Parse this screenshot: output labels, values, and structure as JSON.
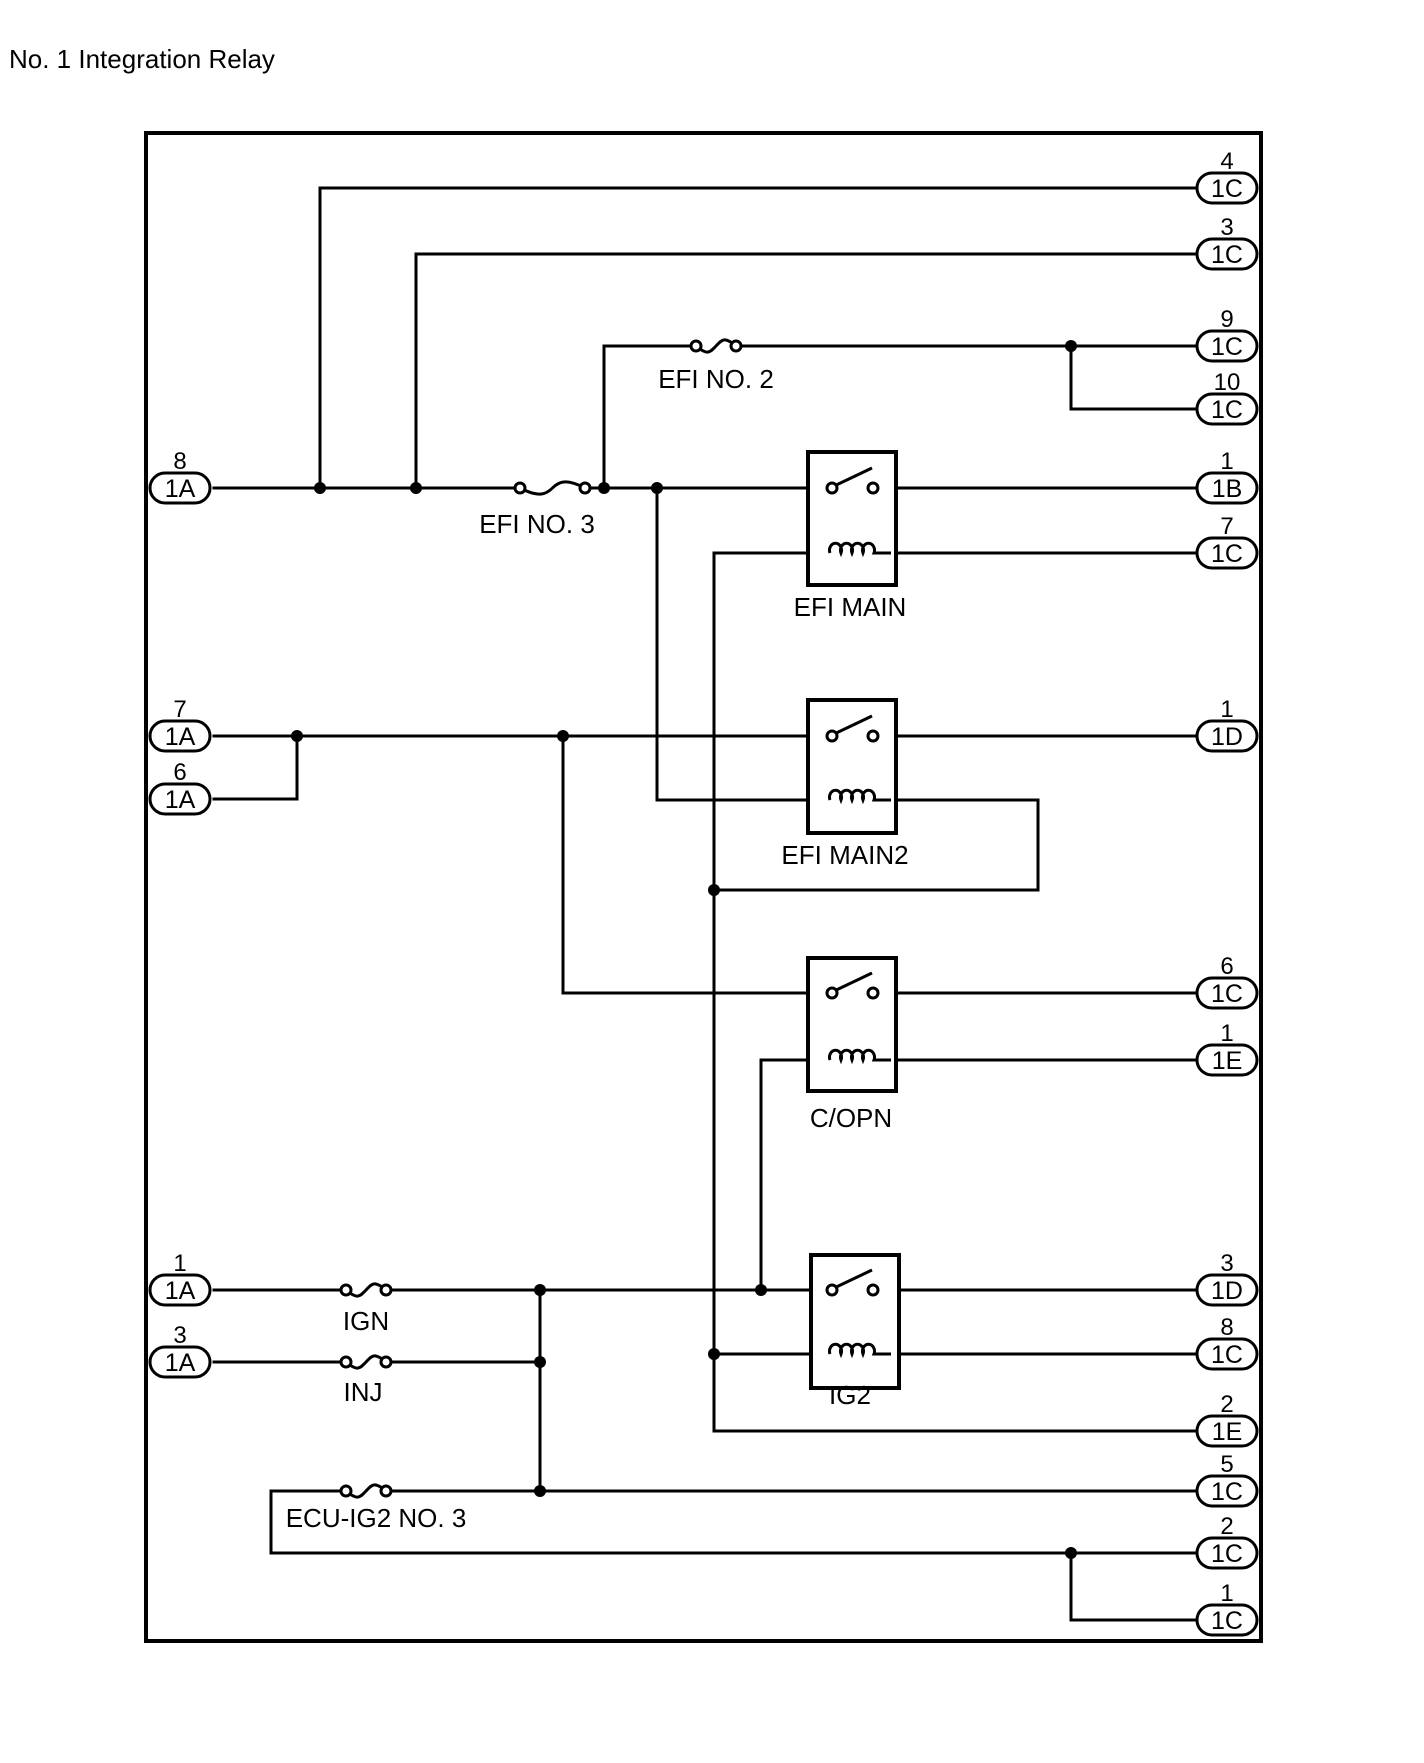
{
  "title": "No. 1 Integration Relay",
  "left_connectors": [
    {
      "id": "c8_1A",
      "pin": "8",
      "code": "1A"
    },
    {
      "id": "c7_1A",
      "pin": "7",
      "code": "1A"
    },
    {
      "id": "c6_1A",
      "pin": "6",
      "code": "1A"
    },
    {
      "id": "c1_1A",
      "pin": "1",
      "code": "1A"
    },
    {
      "id": "c3_1A",
      "pin": "3",
      "code": "1A"
    }
  ],
  "right_connectors": [
    {
      "id": "c4_1C",
      "pin": "4",
      "code": "1C"
    },
    {
      "id": "c3_1C",
      "pin": "3",
      "code": "1C"
    },
    {
      "id": "c9_1C",
      "pin": "9",
      "code": "1C"
    },
    {
      "id": "c10_1C",
      "pin": "10",
      "code": "1C"
    },
    {
      "id": "c1_1B",
      "pin": "1",
      "code": "1B"
    },
    {
      "id": "c7_1C",
      "pin": "7",
      "code": "1C"
    },
    {
      "id": "c1_1D",
      "pin": "1",
      "code": "1D"
    },
    {
      "id": "c6_1C",
      "pin": "6",
      "code": "1C"
    },
    {
      "id": "c1_1E",
      "pin": "1",
      "code": "1E"
    },
    {
      "id": "c3_1D",
      "pin": "3",
      "code": "1D"
    },
    {
      "id": "c8_1C",
      "pin": "8",
      "code": "1C"
    },
    {
      "id": "c2_1E",
      "pin": "2",
      "code": "1E"
    },
    {
      "id": "c5_1C",
      "pin": "5",
      "code": "1C"
    },
    {
      "id": "c2_1C",
      "pin": "2",
      "code": "1C"
    },
    {
      "id": "c1_1C",
      "pin": "1",
      "code": "1C"
    }
  ],
  "fuses": [
    {
      "id": "efi_no2",
      "label": "EFI NO. 2"
    },
    {
      "id": "efi_no3",
      "label": "EFI NO. 3"
    },
    {
      "id": "ign",
      "label": "IGN"
    },
    {
      "id": "inj",
      "label": "INJ"
    },
    {
      "id": "ecu_ig2_no3",
      "label": "ECU-IG2 NO. 3"
    }
  ],
  "relays": [
    {
      "id": "efi_main",
      "label": "EFI MAIN"
    },
    {
      "id": "efi_main2",
      "label": "EFI MAIN2"
    },
    {
      "id": "c_opn",
      "label": "C/OPN"
    },
    {
      "id": "ig2",
      "label": "IG2"
    }
  ]
}
